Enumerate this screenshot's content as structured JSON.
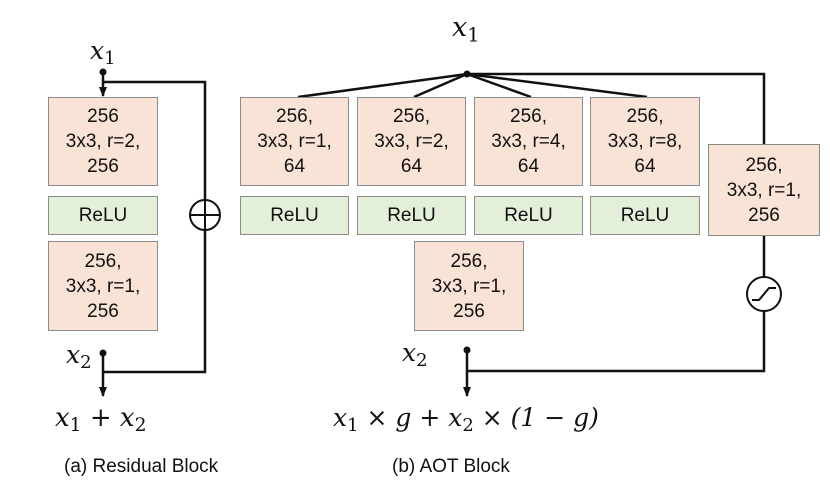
{
  "residual": {
    "input_var": "x",
    "input_sub": "1",
    "conv1": "256\n3x3, r=2,\n256",
    "relu": "ReLU",
    "conv2": "256,\n3x3, r=1,\n256",
    "mid_var": "x",
    "mid_sub": "2",
    "out_a": "x",
    "out_a_sub": "1",
    "out_op": " + ",
    "out_b": "x",
    "out_b_sub": "2",
    "caption": "(a) Residual Block"
  },
  "aot": {
    "input_var": "x",
    "input_sub": "1",
    "branches": [
      {
        "conv": "256,\n3x3, r=1,\n64",
        "relu": "ReLU"
      },
      {
        "conv": "256,\n3x3, r=2,\n64",
        "relu": "ReLU"
      },
      {
        "conv": "256,\n3x3, r=4,\n64",
        "relu": "ReLU"
      },
      {
        "conv": "256,\n3x3, r=8,\n64",
        "relu": "ReLU"
      }
    ],
    "fuse_conv": "256,\n3x3, r=1,\n256",
    "gate_conv": "256,\n3x3, r=1,\n256",
    "mid_var": "x",
    "mid_sub": "2",
    "out_f1": "x",
    "out_f1_sub": "1",
    "out_f2": " × g + ",
    "out_f3": "x",
    "out_f3_sub": "2",
    "out_f4": " × (1 − g)",
    "caption": "(b) AOT Block"
  }
}
